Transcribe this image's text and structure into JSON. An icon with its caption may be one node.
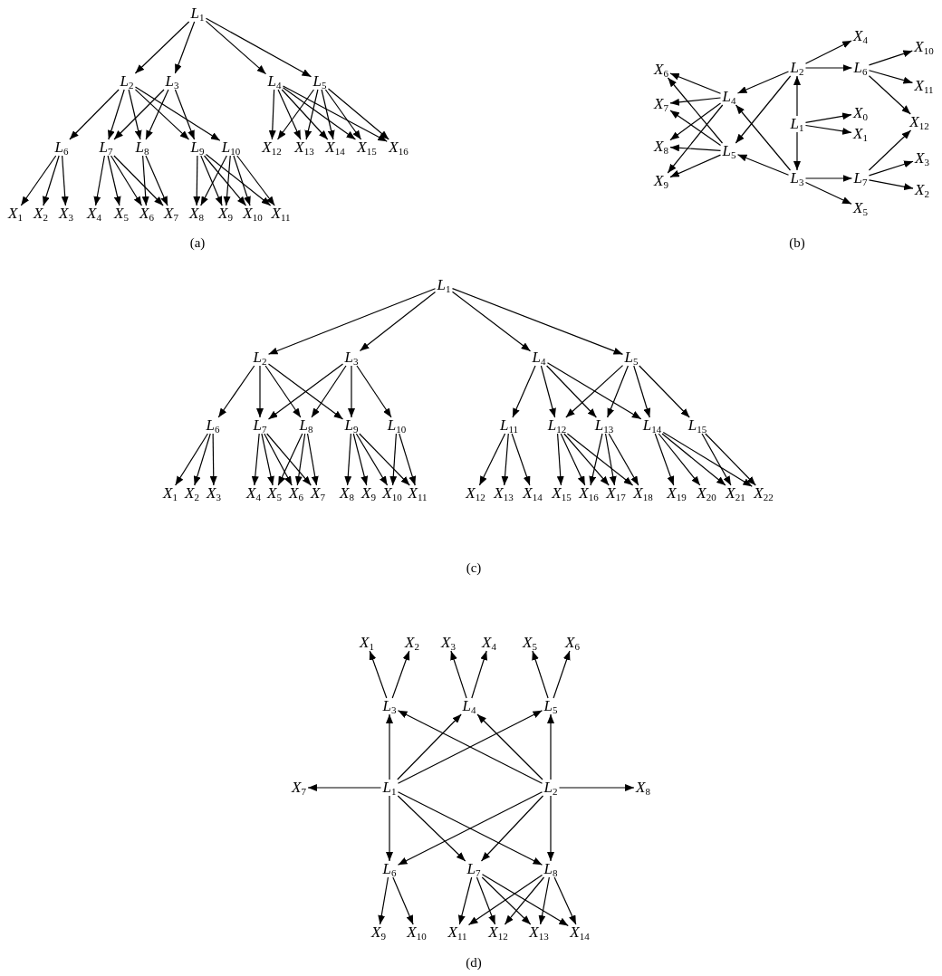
{
  "diagram": {
    "nodes": [
      {
        "text": [
          "*L*$_{1}$"
        ]
      },
      {
        "text": [
          "*L*$_{2}$"
        ]
      },
      {
        "text": [
          "*L*$_{3}$"
        ]
      },
      {
        "text": [
          "*L*$_{4}$"
        ]
      },
      {
        "text": [
          "*L*$_{5}$"
        ]
      },
      {
        "text": [
          "*L*$_{6}$"
        ]
      },
      {
        "text": [
          "*L*$_{7}$"
        ]
      },
      {
        "text": [
          "*L*$_{8}$"
        ]
      },
      {
        "text": [
          "*L*$_{9}$"
        ]
      },
      {
        "text": [
          "*L*$_{10}$"
        ]
      },
      {
        "text": [
          "*X*$_{12}$"
        ]
      },
      {
        "text": [
          "*X*$_{13}$"
        ]
      },
      {
        "text": [
          "*X*$_{14}$"
        ]
      },
      {
        "text": [
          "*X*$_{15}$"
        ]
      },
      {
        "text": [
          "*X*$_{16}$"
        ]
      },
      {
        "text": [
          "*X*$_{1}$"
        ]
      },
      {
        "text": [
          "*X*$_{2}$"
        ]
      },
      {
        "text": [
          "*X*$_{3}$"
        ]
      },
      {
        "text": [
          "*X*$_{4}$"
        ]
      },
      {
        "text": [
          "*X*$_{5}$"
        ]
      },
      {
        "text": [
          "*X*$_{6}$"
        ]
      },
      {
        "text": [
          "*X*$_{7}$"
        ]
      },
      {
        "text": [
          "*X*$_{8}$"
        ]
      },
      {
        "text": [
          "*X*$_{9}$"
        ]
      },
      {
        "text": [
          "*X*$_{10}$"
        ]
      },
      {
        "text": [
          "*X*$_{11}$"
        ]
      },
      {
        "text": [
          "*X*$_{4}$"
        ]
      },
      {
        "text": [
          "*X*$_{10}$"
        ]
      },
      {
        "text": [
          "*X*$_{6}$"
        ]
      },
      {
        "text": [
          "*L*$_{2}$"
        ]
      },
      {
        "text": [
          "*L*$_{6}$"
        ]
      },
      {
        "text": [
          "*X*$_{11}$"
        ]
      },
      {
        "text": [
          "*L*$_{4}$"
        ]
      },
      {
        "text": [
          "*X*$_{7}$"
        ]
      },
      {
        "text": [
          "*L*$_{1}$"
        ]
      },
      {
        "text": [
          "*X*$_{0}$"
        ]
      },
      {
        "text": [
          "*X*$_{12}$"
        ]
      },
      {
        "text": [
          "*X*$_{1}$"
        ]
      },
      {
        "text": [
          "*X*$_{8}$"
        ]
      },
      {
        "text": [
          "*L*$_{5}$"
        ]
      },
      {
        "text": [
          "*X*$_{3}$"
        ]
      },
      {
        "text": [
          "*L*$_{3}$"
        ]
      },
      {
        "text": [
          "*L*$_{7}$"
        ]
      },
      {
        "text": [
          "*X*$_{9}$"
        ]
      },
      {
        "text": [
          "*X*$_{2}$"
        ]
      },
      {
        "text": [
          "*X*$_{5}$"
        ]
      },
      {
        "text": [
          "*L*$_{1}$"
        ]
      },
      {
        "text": [
          "*L*$_{2}$"
        ]
      },
      {
        "text": [
          "*L*$_{3}$"
        ]
      },
      {
        "text": [
          "*L*$_{4}$"
        ]
      },
      {
        "text": [
          "*L*$_{5}$"
        ]
      },
      {
        "text": [
          "*L*$_{6}$"
        ]
      },
      {
        "text": [
          "*L*$_{7}$"
        ]
      },
      {
        "text": [
          "*L*$_{8}$"
        ]
      },
      {
        "text": [
          "*L*$_{9}$"
        ]
      },
      {
        "text": [
          "*L*$_{10}$"
        ]
      },
      {
        "text": [
          "*L*$_{11}$"
        ]
      },
      {
        "text": [
          "*L*$_{12}$"
        ]
      },
      {
        "text": [
          "*L*$_{13}$"
        ]
      },
      {
        "text": [
          "*L*$_{14}$"
        ]
      },
      {
        "text": [
          "*L*$_{15}$"
        ]
      },
      {
        "text": [
          "*X*$_{1}$"
        ]
      },
      {
        "text": [
          "*X*$_{2}$"
        ]
      },
      {
        "text": [
          "*X*$_{3}$"
        ]
      },
      {
        "text": [
          "*X*$_{4}$"
        ]
      },
      {
        "text": [
          "*X*$_{5}$"
        ]
      },
      {
        "text": [
          "*X*$_{6}$"
        ]
      },
      {
        "text": [
          "*X*$_{7}$"
        ]
      },
      {
        "text": [
          "*X*$_{8}$"
        ]
      },
      {
        "text": [
          "*X*$_{9}$"
        ]
      },
      {
        "text": [
          "*X*$_{10}$"
        ]
      },
      {
        "text": [
          "*X*$_{11}$"
        ]
      },
      {
        "text": [
          "*X*$_{12}$"
        ]
      },
      {
        "text": [
          "*X*$_{13}$"
        ]
      },
      {
        "text": [
          "*X*$_{14}$"
        ]
      },
      {
        "text": [
          "*X*$_{15}$"
        ]
      },
      {
        "text": [
          "*X*$_{16}$"
        ]
      },
      {
        "text": [
          "*X*$_{17}$"
        ]
      },
      {
        "text": [
          "*X*$_{18}$"
        ]
      },
      {
        "text": [
          "*X*$_{19}$"
        ]
      },
      {
        "text": [
          "*X*$_{20}$"
        ]
      },
      {
        "text": [
          "*X*$_{21}$"
        ]
      },
      {
        "text": [
          "*X*$_{22}$"
        ]
      },
      {
        "text": [
          "*X*$_{1}$"
        ]
      },
      {
        "text": [
          "*X*$_{2}$"
        ]
      },
      {
        "text": [
          "*X*$_{3}$"
        ]
      },
      {
        "text": [
          "*X*$_{4}$"
        ]
      },
      {
        "text": [
          "*X*$_{5}$"
        ]
      },
      {
        "text": [
          "*X*$_{6}$"
        ]
      },
      {
        "text": [
          "*L*$_{3}$"
        ]
      },
      {
        "text": [
          "*L*$_{4}$"
        ]
      },
      {
        "text": [
          "*L*$_{5}$"
        ]
      },
      {
        "text": [
          "*X*$_{7}$"
        ]
      },
      {
        "text": [
          "*L*$_{1}$"
        ]
      },
      {
        "text": [
          "*L*$_{2}$"
        ]
      },
      {
        "text": [
          "*X*$_{8}$"
        ]
      },
      {
        "text": [
          "*L*$_{6}$"
        ]
      },
      {
        "text": [
          "*L*$_{7}$"
        ]
      },
      {
        "text": [
          "*L*$_{8}$"
        ]
      },
      {
        "text": [
          "*X*$_{9}$"
        ]
      },
      {
        "text": [
          "*X*$_{10}$"
        ]
      },
      {
        "text": [
          "*X*$_{11}$"
        ]
      },
      {
        "text": [
          "*X*$_{12}$"
        ]
      },
      {
        "text": [
          "*X*$_{13}$"
        ]
      },
      {
        "text": [
          "*X*$_{14}$"
        ]
      }
    ],
    "edges": [
      {
        "from": 0,
        "to": 1,
        "arrow": "to"
      },
      {
        "from": 0,
        "to": 2,
        "arrow": "to"
      },
      {
        "from": 0,
        "to": 3,
        "arrow": "to"
      },
      {
        "from": 0,
        "to": 4,
        "arrow": "to"
      },
      {
        "from": 1,
        "to": 5,
        "arrow": "to"
      },
      {
        "from": 1,
        "to": 6,
        "arrow": "to"
      },
      {
        "from": 1,
        "to": 7,
        "arrow": "to"
      },
      {
        "from": 1,
        "to": 8,
        "arrow": "to"
      },
      {
        "from": 1,
        "to": 9,
        "arrow": "to"
      },
      {
        "from": 2,
        "to": 6,
        "arrow": "to"
      },
      {
        "from": 2,
        "to": 7,
        "arrow": "to"
      },
      {
        "from": 2,
        "to": 8,
        "arrow": "to"
      },
      {
        "from": 3,
        "to": 10,
        "arrow": "to"
      },
      {
        "from": 3,
        "to": 11,
        "arrow": "to"
      },
      {
        "from": 3,
        "to": 12,
        "arrow": "to"
      },
      {
        "from": 3,
        "to": 13,
        "arrow": "to"
      },
      {
        "from": 3,
        "to": 14,
        "arrow": "to"
      },
      {
        "from": 4,
        "to": 10,
        "arrow": "to"
      },
      {
        "from": 4,
        "to": 11,
        "arrow": "to"
      },
      {
        "from": 4,
        "to": 12,
        "arrow": "to"
      },
      {
        "from": 4,
        "to": 13,
        "arrow": "to"
      },
      {
        "from": 4,
        "to": 14,
        "arrow": "to"
      },
      {
        "from": 5,
        "to": 15,
        "arrow": "to"
      },
      {
        "from": 5,
        "to": 16,
        "arrow": "to"
      },
      {
        "from": 5,
        "to": 17,
        "arrow": "to"
      },
      {
        "from": 6,
        "to": 18,
        "arrow": "to"
      },
      {
        "from": 6,
        "to": 19,
        "arrow": "to"
      },
      {
        "from": 6,
        "to": 20,
        "arrow": "to"
      },
      {
        "from": 6,
        "to": 21,
        "arrow": "to"
      },
      {
        "from": 7,
        "to": 20,
        "arrow": "to"
      },
      {
        "from": 7,
        "to": 21,
        "arrow": "to"
      },
      {
        "from": 8,
        "to": 22,
        "arrow": "to"
      },
      {
        "from": 8,
        "to": 23,
        "arrow": "to"
      },
      {
        "from": 8,
        "to": 24,
        "arrow": "to"
      },
      {
        "from": 8,
        "to": 25,
        "arrow": "to"
      },
      {
        "from": 9,
        "to": 22,
        "arrow": "to"
      },
      {
        "from": 9,
        "to": 23,
        "arrow": "to"
      },
      {
        "from": 9,
        "to": 24,
        "arrow": "to"
      },
      {
        "from": 9,
        "to": 25,
        "arrow": "to"
      },
      {
        "from": 34,
        "to": 29,
        "arrow": "to"
      },
      {
        "from": 34,
        "to": 41,
        "arrow": "to"
      },
      {
        "from": 34,
        "to": 35,
        "arrow": "to"
      },
      {
        "from": 34,
        "to": 37,
        "arrow": "to"
      },
      {
        "from": 29,
        "to": 26,
        "arrow": "to"
      },
      {
        "from": 29,
        "to": 30,
        "arrow": "to"
      },
      {
        "from": 29,
        "to": 32,
        "arrow": "to"
      },
      {
        "from": 29,
        "to": 39,
        "arrow": "to"
      },
      {
        "from": 41,
        "to": 32,
        "arrow": "to"
      },
      {
        "from": 41,
        "to": 39,
        "arrow": "to"
      },
      {
        "from": 41,
        "to": 42,
        "arrow": "to"
      },
      {
        "from": 41,
        "to": 45,
        "arrow": "to"
      },
      {
        "from": 30,
        "to": 27,
        "arrow": "to"
      },
      {
        "from": 30,
        "to": 31,
        "arrow": "to"
      },
      {
        "from": 30,
        "to": 36,
        "arrow": "to"
      },
      {
        "from": 42,
        "to": 36,
        "arrow": "to"
      },
      {
        "from": 42,
        "to": 40,
        "arrow": "to"
      },
      {
        "from": 42,
        "to": 44,
        "arrow": "to"
      },
      {
        "from": 32,
        "to": 28,
        "arrow": "to"
      },
      {
        "from": 32,
        "to": 33,
        "arrow": "to"
      },
      {
        "from": 32,
        "to": 38,
        "arrow": "to"
      },
      {
        "from": 32,
        "to": 43,
        "arrow": "to"
      },
      {
        "from": 39,
        "to": 28,
        "arrow": "to"
      },
      {
        "from": 39,
        "to": 33,
        "arrow": "to"
      },
      {
        "from": 39,
        "to": 38,
        "arrow": "to"
      },
      {
        "from": 39,
        "to": 43,
        "arrow": "to"
      },
      {
        "from": 46,
        "to": 47,
        "arrow": "to"
      },
      {
        "from": 46,
        "to": 48,
        "arrow": "to"
      },
      {
        "from": 46,
        "to": 49,
        "arrow": "to"
      },
      {
        "from": 46,
        "to": 50,
        "arrow": "to"
      },
      {
        "from": 47,
        "to": 51,
        "arrow": "to"
      },
      {
        "from": 47,
        "to": 52,
        "arrow": "to"
      },
      {
        "from": 47,
        "to": 53,
        "arrow": "to"
      },
      {
        "from": 47,
        "to": 54,
        "arrow": "to"
      },
      {
        "from": 48,
        "to": 52,
        "arrow": "to"
      },
      {
        "from": 48,
        "to": 53,
        "arrow": "to"
      },
      {
        "from": 48,
        "to": 54,
        "arrow": "to"
      },
      {
        "from": 48,
        "to": 55,
        "arrow": "to"
      },
      {
        "from": 49,
        "to": 56,
        "arrow": "to"
      },
      {
        "from": 49,
        "to": 57,
        "arrow": "to"
      },
      {
        "from": 49,
        "to": 58,
        "arrow": "to"
      },
      {
        "from": 49,
        "to": 59,
        "arrow": "to"
      },
      {
        "from": 50,
        "to": 57,
        "arrow": "to"
      },
      {
        "from": 50,
        "to": 58,
        "arrow": "to"
      },
      {
        "from": 50,
        "to": 59,
        "arrow": "to"
      },
      {
        "from": 50,
        "to": 60,
        "arrow": "to"
      },
      {
        "from": 51,
        "to": 61,
        "arrow": "to"
      },
      {
        "from": 51,
        "to": 62,
        "arrow": "to"
      },
      {
        "from": 51,
        "to": 63,
        "arrow": "to"
      },
      {
        "from": 52,
        "to": 64,
        "arrow": "to"
      },
      {
        "from": 52,
        "to": 65,
        "arrow": "to"
      },
      {
        "from": 52,
        "to": 66,
        "arrow": "to"
      },
      {
        "from": 52,
        "to": 67,
        "arrow": "to"
      },
      {
        "from": 53,
        "to": 65,
        "arrow": "to"
      },
      {
        "from": 53,
        "to": 66,
        "arrow": "to"
      },
      {
        "from": 53,
        "to": 67,
        "arrow": "to"
      },
      {
        "from": 54,
        "to": 68,
        "arrow": "to"
      },
      {
        "from": 54,
        "to": 69,
        "arrow": "to"
      },
      {
        "from": 54,
        "to": 70,
        "arrow": "to"
      },
      {
        "from": 54,
        "to": 71,
        "arrow": "to"
      },
      {
        "from": 55,
        "to": 70,
        "arrow": "to"
      },
      {
        "from": 55,
        "to": 71,
        "arrow": "to"
      },
      {
        "from": 56,
        "to": 72,
        "arrow": "to"
      },
      {
        "from": 56,
        "to": 73,
        "arrow": "to"
      },
      {
        "from": 56,
        "to": 74,
        "arrow": "to"
      },
      {
        "from": 57,
        "to": 75,
        "arrow": "to"
      },
      {
        "from": 57,
        "to": 76,
        "arrow": "to"
      },
      {
        "from": 57,
        "to": 77,
        "arrow": "to"
      },
      {
        "from": 57,
        "to": 78,
        "arrow": "to"
      },
      {
        "from": 58,
        "to": 76,
        "arrow": "to"
      },
      {
        "from": 58,
        "to": 77,
        "arrow": "to"
      },
      {
        "from": 58,
        "to": 78,
        "arrow": "to"
      },
      {
        "from": 59,
        "to": 79,
        "arrow": "to"
      },
      {
        "from": 59,
        "to": 80,
        "arrow": "to"
      },
      {
        "from": 59,
        "to": 81,
        "arrow": "to"
      },
      {
        "from": 59,
        "to": 82,
        "arrow": "to"
      },
      {
        "from": 60,
        "to": 81,
        "arrow": "to"
      },
      {
        "from": 60,
        "to": 82,
        "arrow": "to"
      },
      {
        "from": 89,
        "to": 83,
        "arrow": "to"
      },
      {
        "from": 89,
        "to": 84,
        "arrow": "to"
      },
      {
        "from": 90,
        "to": 85,
        "arrow": "to"
      },
      {
        "from": 90,
        "to": 86,
        "arrow": "to"
      },
      {
        "from": 91,
        "to": 87,
        "arrow": "to"
      },
      {
        "from": 91,
        "to": 88,
        "arrow": "to"
      },
      {
        "from": 93,
        "to": 89,
        "arrow": "to"
      },
      {
        "from": 93,
        "to": 90,
        "arrow": "to"
      },
      {
        "from": 93,
        "to": 91,
        "arrow": "to"
      },
      {
        "from": 93,
        "to": 92,
        "arrow": "to"
      },
      {
        "from": 93,
        "to": 96,
        "arrow": "to"
      },
      {
        "from": 93,
        "to": 97,
        "arrow": "to"
      },
      {
        "from": 93,
        "to": 98,
        "arrow": "to"
      },
      {
        "from": 94,
        "to": 89,
        "arrow": "to"
      },
      {
        "from": 94,
        "to": 90,
        "arrow": "to"
      },
      {
        "from": 94,
        "to": 91,
        "arrow": "to"
      },
      {
        "from": 94,
        "to": 95,
        "arrow": "to"
      },
      {
        "from": 94,
        "to": 96,
        "arrow": "to"
      },
      {
        "from": 94,
        "to": 97,
        "arrow": "to"
      },
      {
        "from": 94,
        "to": 98,
        "arrow": "to"
      },
      {
        "from": 96,
        "to": 99,
        "arrow": "to"
      },
      {
        "from": 96,
        "to": 100,
        "arrow": "to"
      },
      {
        "from": 97,
        "to": 101,
        "arrow": "to"
      },
      {
        "from": 97,
        "to": 102,
        "arrow": "to"
      },
      {
        "from": 97,
        "to": 103,
        "arrow": "to"
      },
      {
        "from": 97,
        "to": 104,
        "arrow": "to"
      },
      {
        "from": 98,
        "to": 101,
        "arrow": "to"
      },
      {
        "from": 98,
        "to": 102,
        "arrow": "to"
      },
      {
        "from": 98,
        "to": 103,
        "arrow": "to"
      },
      {
        "from": 98,
        "to": 104,
        "arrow": "to"
      }
    ],
    "labels": [
      "(a)",
      "(b)",
      "(c)",
      "(d)"
    ]
  }
}
